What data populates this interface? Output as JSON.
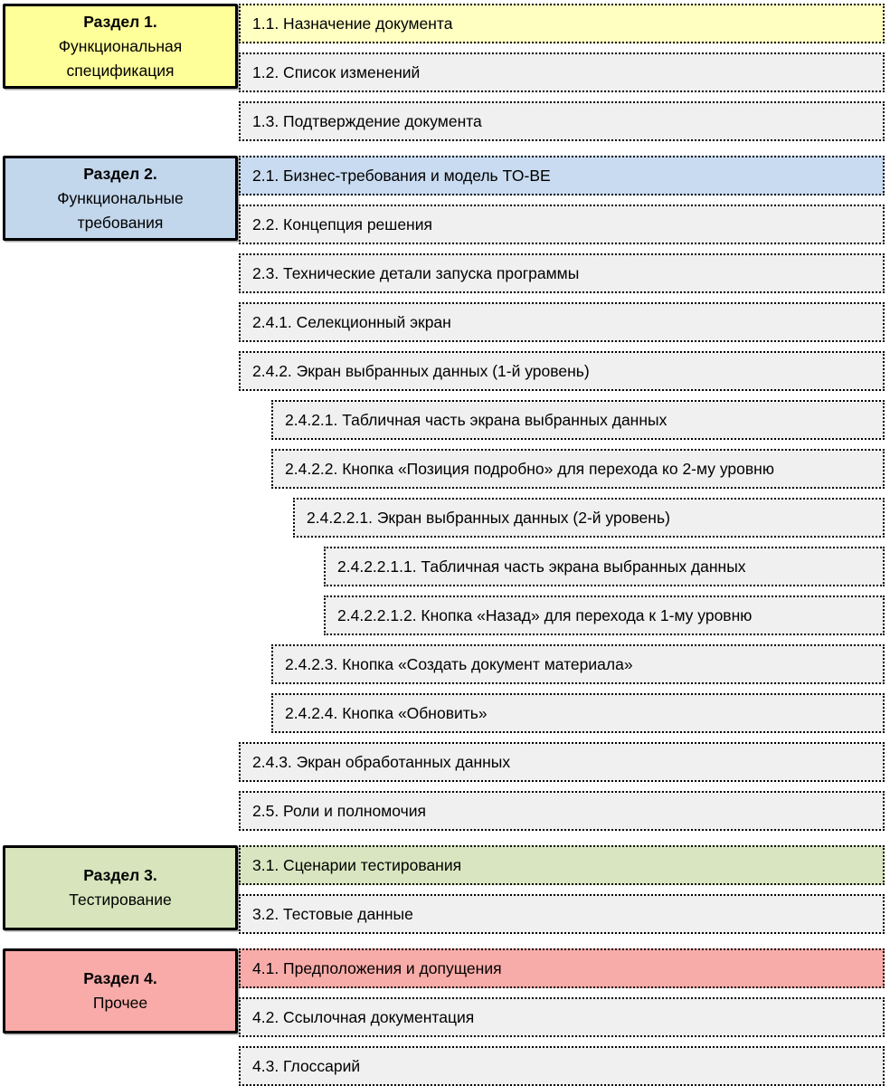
{
  "diagram": {
    "kind": "document-structure-tree",
    "language": "ru"
  },
  "colors": {
    "background": "#FFFFFF",
    "border": "#000000",
    "section_yellow": "#FFFF99",
    "section_blue": "#C2D6EC",
    "section_green": "#D7E4BC",
    "section_red": "#F8ABA8",
    "item_yellow": "#FFFFC2",
    "item_blue": "#C9DBF0",
    "item_green": "#D9E5C0",
    "item_red": "#F8ACA9",
    "item_gray": "#F0F0F0"
  },
  "sections": [
    {
      "number": "Раздел 1.",
      "name": "Функциональная спецификация",
      "color_key": "yellow",
      "starts_at_item": 0
    },
    {
      "number": "Раздел 2.",
      "name": "Функциональные требования",
      "color_key": "blue",
      "starts_at_item": 3
    },
    {
      "number": "Раздел 3.",
      "name": "Тестирование",
      "color_key": "green",
      "starts_at_item": 17
    },
    {
      "number": "Раздел 4.",
      "name": "Прочее",
      "color_key": "red",
      "starts_at_item": 19
    }
  ],
  "items": [
    {
      "label": "1.1. Назначение документа",
      "level": 0,
      "color_key": "yellow",
      "new_section": true
    },
    {
      "label": "1.2. Список изменений",
      "level": 0,
      "color_key": "gray"
    },
    {
      "label": "1.3. Подтверждение документа",
      "level": 0,
      "color_key": "gray"
    },
    {
      "label": "2.1. Бизнес-требования и модель TO-BE",
      "level": 0,
      "color_key": "blue",
      "new_section": true
    },
    {
      "label": "2.2. Концепция решения",
      "level": 0,
      "color_key": "gray"
    },
    {
      "label": "2.3. Технические детали запуска программы",
      "level": 0,
      "color_key": "gray"
    },
    {
      "label": "2.4.1. Селекционный экран",
      "level": 0,
      "color_key": "gray"
    },
    {
      "label": "2.4.2. Экран выбранных данных (1-й уровень)",
      "level": 0,
      "color_key": "gray"
    },
    {
      "label": "2.4.2.1. Табличная часть экрана выбранных данных",
      "level": 1,
      "color_key": "gray"
    },
    {
      "label": "2.4.2.2. Кнопка «Позиция подробно» для перехода ко 2-му уровню",
      "level": 1,
      "color_key": "gray"
    },
    {
      "label": "2.4.2.2.1. Экран выбранных данных (2-й уровень)",
      "level": 2,
      "color_key": "gray"
    },
    {
      "label": "2.4.2.2.1.1. Табличная часть экрана выбранных данных",
      "level": 3,
      "color_key": "gray"
    },
    {
      "label": "2.4.2.2.1.2. Кнопка «Назад» для перехода к 1-му уровню",
      "level": 3,
      "color_key": "gray"
    },
    {
      "label": "2.4.2.3. Кнопка «Создать документ материала»",
      "level": 1,
      "color_key": "gray"
    },
    {
      "label": "2.4.2.4. Кнопка «Обновить»",
      "level": 1,
      "color_key": "gray"
    },
    {
      "label": "2.4.3. Экран обработанных данных",
      "level": 0,
      "color_key": "gray"
    },
    {
      "label": "2.5. Роли и полномочия",
      "level": 0,
      "color_key": "gray"
    },
    {
      "label": "3.1. Сценарии тестирования",
      "level": 0,
      "color_key": "green",
      "new_section": true
    },
    {
      "label": "3.2. Тестовые данные",
      "level": 0,
      "color_key": "gray"
    },
    {
      "label": "4.1. Предположения и допущения",
      "level": 0,
      "color_key": "red",
      "new_section": true
    },
    {
      "label": "4.2. Ссылочная документация",
      "level": 0,
      "color_key": "gray"
    },
    {
      "label": "4.3. Глоссарий",
      "level": 0,
      "color_key": "gray"
    }
  ]
}
